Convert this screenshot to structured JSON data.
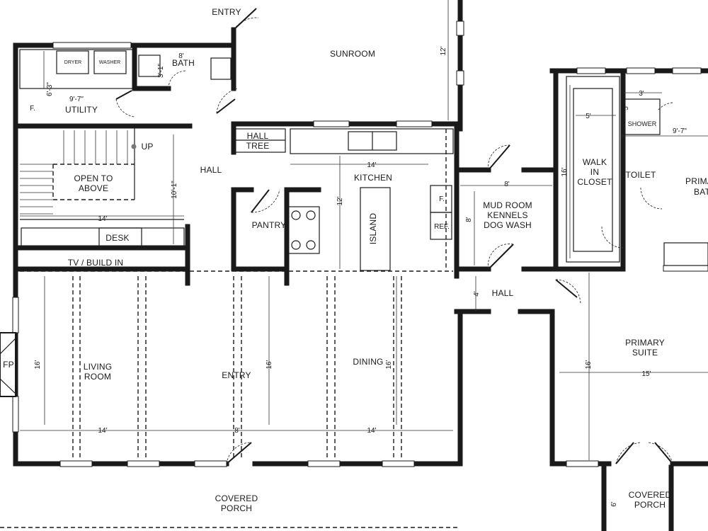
{
  "plan": {
    "rooms": {
      "entry_top": "ENTRY",
      "sunroom": "SUNROOM",
      "bath": "BATH",
      "utility": "UTILITY",
      "dryer": "DRYER",
      "washer": "WASHER",
      "freezer": "F.",
      "hall_tree_1": "HALL",
      "hall_tree_2": "TREE",
      "hall_upper": "HALL",
      "up": "UP",
      "open_above_1": "OPEN TO",
      "open_above_2": "ABOVE",
      "desk": "DESK",
      "tv": "TV / BUILD IN",
      "kitchen": "KITCHEN",
      "pantry": "PANTRY",
      "island": "ISLAND",
      "kitchen_freezer": "F.",
      "ref": "REF.",
      "mud_1": "MUD ROOM",
      "mud_2": "KENNELS",
      "mud_3": "DOG WASH",
      "walk_1": "WALK",
      "walk_2": "IN",
      "walk_3": "CLOSET",
      "shower": "SHOWER",
      "toilet": "TOILET",
      "primary_bath_1": "PRIMA",
      "primary_bath_2": "BAT",
      "hall_lower": "HALL",
      "fp": "FP",
      "living_1": "LIVING",
      "living_2": "ROOM",
      "entry_main": "ENTRY",
      "dining": "DINING",
      "suite_1": "PRIMARY",
      "suite_2": "SUITE",
      "porch_left_1": "COVERED",
      "porch_left_2": "PORCH",
      "porch_right_1": "COVERED",
      "porch_right_2": "PORCH"
    },
    "dims": {
      "sunroom_h": "12'",
      "bath_w": "8'",
      "bath_closet": "3'-1\"",
      "utility_h": "6'-3\"",
      "utility_w": "9'-7\"",
      "stair_h": "10'-1\"",
      "desk_w": "14'",
      "kitchen_w": "14'",
      "kitchen_h": "12'",
      "mud_w": "8'",
      "mud_h": "8'",
      "closet_h": "16'",
      "closet_w": "5'",
      "shower_w": "3'",
      "shower_h": "5'",
      "bath_w2": "9'-7\"",
      "hall_h": "4'",
      "living_h": "16'",
      "living_w": "14'",
      "entry_h": "16'",
      "entry_w": "8'",
      "dining_h": "16'",
      "dining_w": "14'",
      "suite_h": "16'",
      "suite_w": "15'",
      "porch_h": "6'"
    }
  }
}
